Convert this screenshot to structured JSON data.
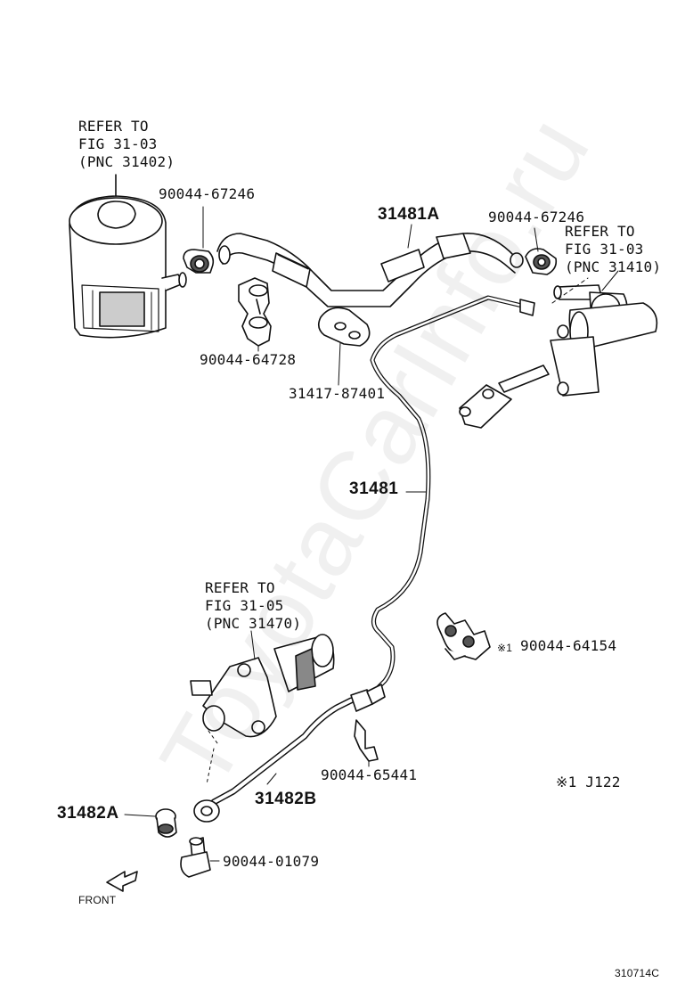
{
  "refs": {
    "reservoir": {
      "line1": "REFER TO",
      "line2": "FIG 31-03",
      "line3": "(PNC 31402)"
    },
    "master_cylinder": {
      "line1": "REFER TO",
      "line2": "FIG 31-03",
      "line3": "(PNC 31410)"
    },
    "release_cylinder": {
      "line1": "REFER TO",
      "line2": "FIG 31-05",
      "line3": "(PNC 31470)"
    }
  },
  "parts": {
    "clip_left": "90044-67246",
    "hose": "31481A",
    "clip_right": "90044-67246",
    "bracket_clip": "90044-64728",
    "gasket": "31417-87401",
    "tube": "31481",
    "clamp": "90044-64154",
    "clamp_prefix": "※1",
    "clip_lower": "90044-65441",
    "flex_hose": "31482B",
    "union": "31482A",
    "bolt": "90044-01079"
  },
  "note": "※1 J122",
  "front_label": "FRONT",
  "figure_code": "310714C",
  "watermark": "ToyotaCarInfo.ru",
  "colors": {
    "line": "#111111",
    "shade": "#555555",
    "background": "#ffffff"
  }
}
